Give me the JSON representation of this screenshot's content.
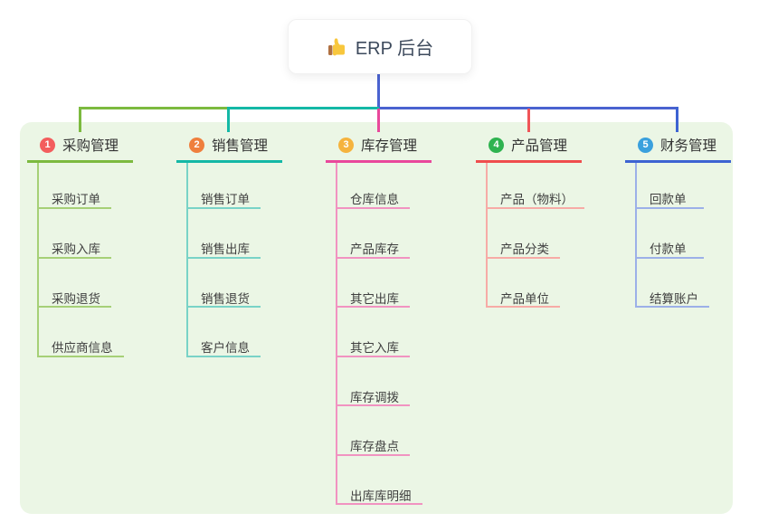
{
  "root": {
    "title": "ERP 后台",
    "icon": "thumbs-up-icon",
    "line_color": "#4a63d0"
  },
  "panel_color": "#ebf6e5",
  "branches": [
    {
      "num": "1",
      "label": "采购管理",
      "color_main": "#7cba3f",
      "color_light": "#a6d077",
      "badge_color": "#f35d5d",
      "items": [
        "采购订单",
        "采购入库",
        "采购退货",
        "供应商信息"
      ]
    },
    {
      "num": "2",
      "label": "销售管理",
      "color_main": "#14b8a6",
      "color_light": "#79d3c7",
      "badge_color": "#ef7f3d",
      "items": [
        "销售订单",
        "销售出库",
        "销售退货",
        "客户信息"
      ]
    },
    {
      "num": "3",
      "label": "库存管理",
      "color_main": "#e9489b",
      "color_light": "#f193c1",
      "badge_color": "#f5b33d",
      "items": [
        "仓库信息",
        "产品库存",
        "其它出库",
        "其它入库",
        "库存调拨",
        "库存盘点",
        "出库库明细"
      ]
    },
    {
      "num": "4",
      "label": "产品管理",
      "color_main": "#ef4d4d",
      "color_light": "#f7aba6",
      "badge_color": "#2fb350",
      "items": [
        "产品（物料）",
        "产品分类",
        "产品单位"
      ]
    },
    {
      "num": "5",
      "label": "财务管理",
      "color_main": "#3d63d2",
      "color_light": "#9cb0e8",
      "badge_color": "#3aa0dd",
      "items": [
        "回款单",
        "付款单",
        "结算账户"
      ]
    }
  ]
}
